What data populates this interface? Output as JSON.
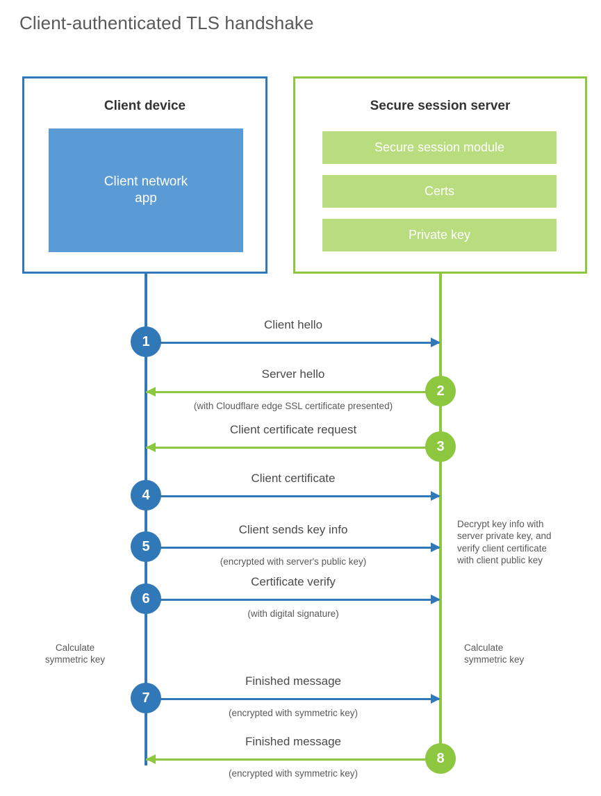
{
  "title": "Client-authenticated TLS handshake",
  "colors": {
    "blue_stroke": "#3178b8",
    "blue_fill": "#5b9bd5",
    "green_stroke": "#8dc63f",
    "green_fill": "#b9dc7e",
    "text": "#4a4a4a",
    "background": "#ffffff"
  },
  "client": {
    "title": "Client device",
    "app_label": "Client network\napp"
  },
  "server": {
    "title": "Secure session server",
    "components": [
      "Secure session module",
      "Certs",
      "Private key"
    ]
  },
  "steps": [
    {
      "number": "1",
      "label": "Client hello",
      "sublabel": "",
      "direction": "client-to-server",
      "color": "blue"
    },
    {
      "number": "2",
      "label": "Server hello",
      "sublabel": "(with Cloudflare edge SSL certificate presented)",
      "direction": "server-to-client",
      "color": "green"
    },
    {
      "number": "3",
      "label": "Client certificate request",
      "sublabel": "",
      "direction": "server-to-client",
      "color": "green"
    },
    {
      "number": "4",
      "label": "Client certificate",
      "sublabel": "",
      "direction": "client-to-server",
      "color": "blue"
    },
    {
      "number": "5",
      "label": "Client sends key info",
      "sublabel": "(encrypted with server's public key)",
      "direction": "client-to-server",
      "color": "blue"
    },
    {
      "number": "6",
      "label": "Certificate verify",
      "sublabel": "(with digital signature)",
      "direction": "client-to-server",
      "color": "blue"
    },
    {
      "number": "7",
      "label": "Finished message",
      "sublabel": "(encrypted with symmetric key)",
      "direction": "client-to-server",
      "color": "blue"
    },
    {
      "number": "8",
      "label": "Finished message",
      "sublabel": "(encrypted with symmetric key)",
      "direction": "server-to-client",
      "color": "green"
    }
  ],
  "annotations": {
    "decrypt_note": "Decrypt key info with\nserver private key, and\nverify client certificate\nwith client public key",
    "calculate_client": "Calculate\nsymmetric key",
    "calculate_server": "Calculate\nsymmetric key"
  }
}
